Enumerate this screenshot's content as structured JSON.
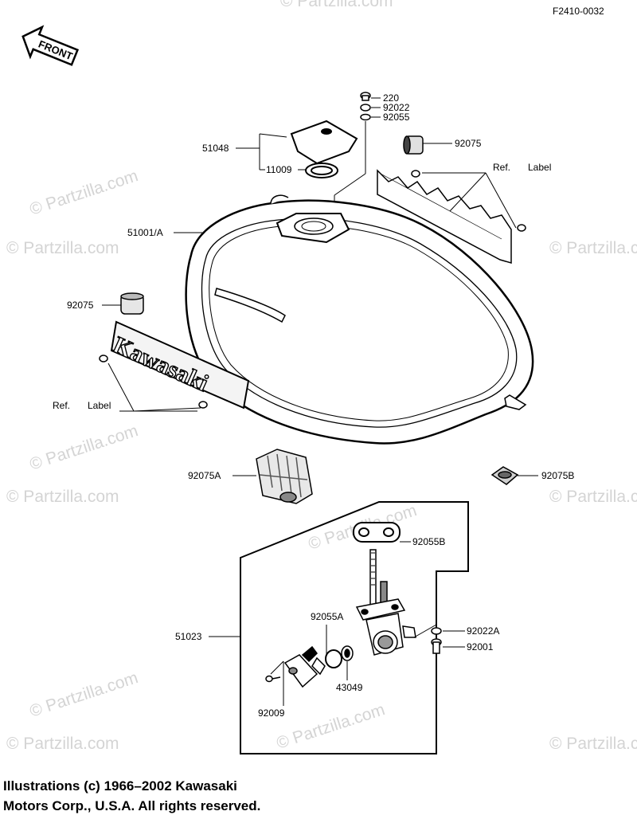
{
  "figure_code": "F2410-0032",
  "front_badge": "FRONT",
  "brand_logo_text": "Kawasaki",
  "watermark": "© Partzilla.com",
  "parts": {
    "p220": "220",
    "p92022": "92022",
    "p92055": "92055",
    "p92075_top": "92075",
    "p51048": "51048",
    "p11009": "11009",
    "ref_label_top_ref": "Ref.",
    "ref_label_top_label": "Label",
    "p51001A": "51001/A",
    "p92075_left": "92075",
    "ref_label_left_ref": "Ref.",
    "ref_label_left_label": "Label",
    "p92075A": "92075A",
    "p92075B": "92075B",
    "p92055B": "92055B",
    "p92055A": "92055A",
    "p51023": "51023",
    "p92022A": "92022A",
    "p92001": "92001",
    "p43049": "43049",
    "p92009": "92009"
  },
  "copyright": {
    "line1": "Illustrations (c) 1966–2002 Kawasaki",
    "line2": "Motors Corp., U.S.A.  All rights reserved."
  }
}
